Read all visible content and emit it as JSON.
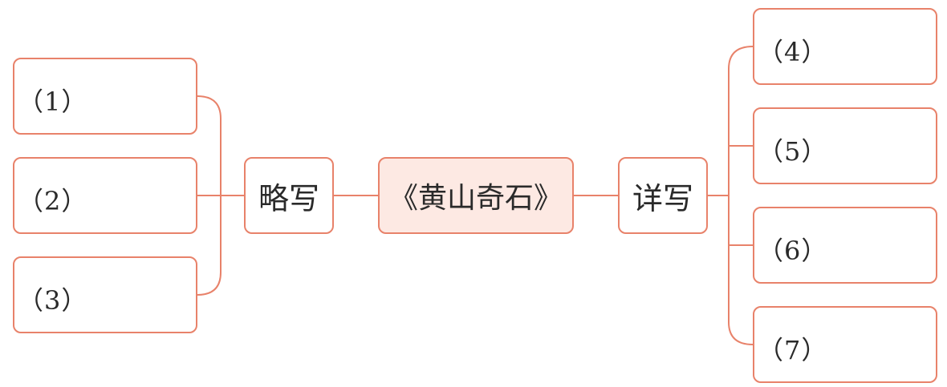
{
  "diagram": {
    "center": "《黄山奇石》",
    "left_branch": {
      "label": "略写",
      "items": [
        "（1）",
        "（2）",
        "（3）"
      ]
    },
    "right_branch": {
      "label": "详写",
      "items": [
        "（4）",
        "（5）",
        "（6）",
        "（7）"
      ]
    },
    "colors": {
      "border": "#e8826a",
      "center_fill": "#fde9e3",
      "text": "#2a2a2a"
    }
  }
}
